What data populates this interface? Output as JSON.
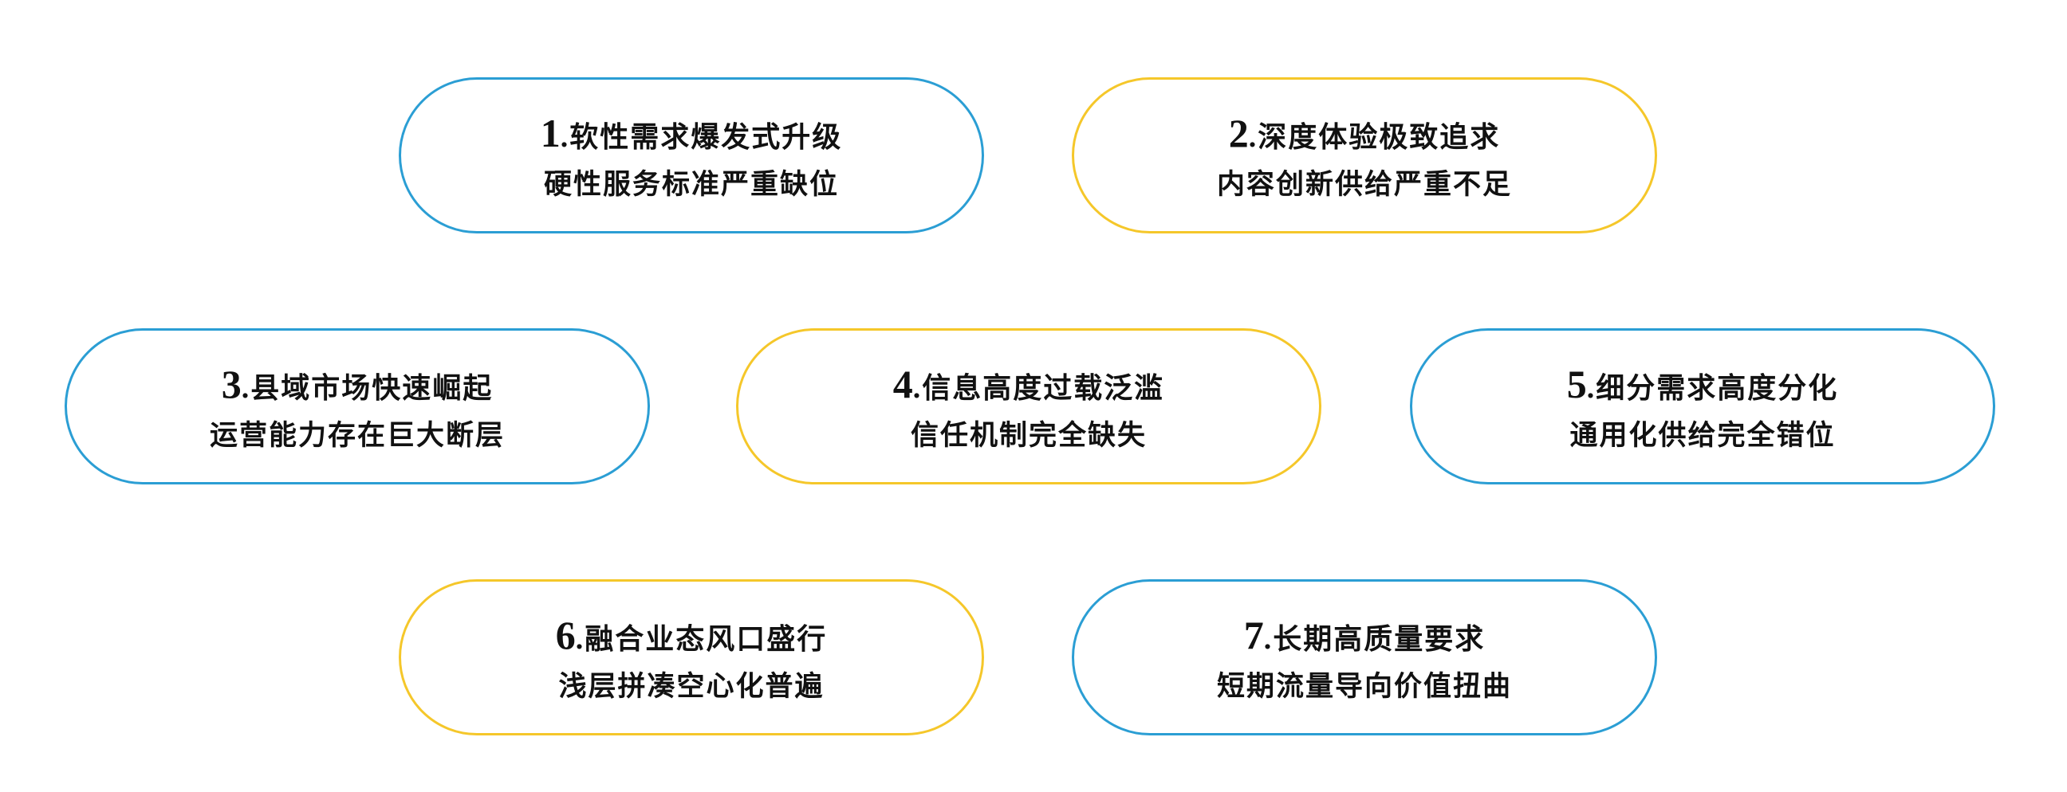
{
  "nodes": [
    {
      "number": "1",
      "separator": ".",
      "title": "软性需求爆发式升级",
      "subtitle": "硬性服务标准严重缺位",
      "color": "blue"
    },
    {
      "number": "2",
      "separator": ".",
      "title": "深度体验极致追求",
      "subtitle": "内容创新供给严重不足",
      "color": "yellow"
    },
    {
      "number": "3",
      "separator": ".",
      "title": "县域市场快速崛起",
      "subtitle": "运营能力存在巨大断层",
      "color": "blue"
    },
    {
      "number": "4",
      "separator": ".",
      "title": "信息高度过载泛滥",
      "subtitle": "信任机制完全缺失",
      "color": "yellow"
    },
    {
      "number": "5",
      "separator": ".",
      "title": "细分需求高度分化",
      "subtitle": "通用化供给完全错位",
      "color": "blue"
    },
    {
      "number": "6",
      "separator": ".",
      "title": "融合业态风口盛行",
      "subtitle": "浅层拼凑空心化普遍",
      "color": "yellow"
    },
    {
      "number": "7",
      "separator": ".",
      "title": "长期高质量要求",
      "subtitle": "短期流量导向价值扭曲",
      "color": "blue"
    }
  ],
  "colors": {
    "blue": "#2b9ed4",
    "yellow": "#f5c72a",
    "text": "#111111"
  }
}
